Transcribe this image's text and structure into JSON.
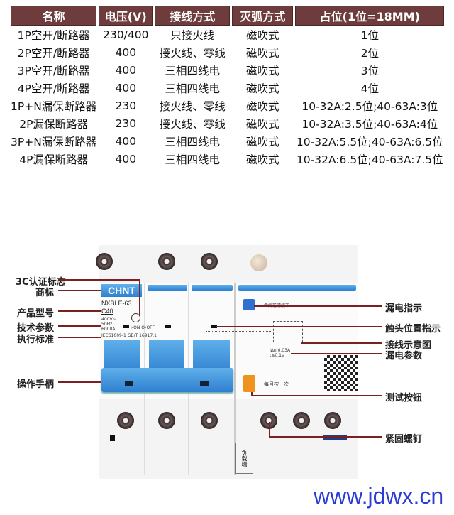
{
  "table": {
    "headers": [
      "名称",
      "电压(V)",
      "接线方式",
      "灭弧方式",
      "占位(1位=18MM)"
    ],
    "rows": [
      [
        "1P空开/断路器",
        "230/400",
        "只接火线",
        "磁吹式",
        "1位"
      ],
      [
        "2P空开/断路器",
        "400",
        "接火线、零线",
        "磁吹式",
        "2位"
      ],
      [
        "3P空开/断路器",
        "400",
        "三相四线电",
        "磁吹式",
        "3位"
      ],
      [
        "4P空开/断路器",
        "400",
        "三相四线电",
        "磁吹式",
        "4位"
      ],
      [
        "1P+N漏保断路器",
        "230",
        "接火线、零线",
        "磁吹式",
        "10-32A:2.5位;40-63A:3位"
      ],
      [
        "2P漏保断路器",
        "230",
        "接火线、零线",
        "磁吹式",
        "10-32A:3.5位;40-63A:4位"
      ],
      [
        "3P+N漏保断路器",
        "400",
        "三相四线电",
        "磁吹式",
        "10-32A:5.5位;40-63A:6.5位"
      ],
      [
        "4P漏保断路器",
        "400",
        "三相四线电",
        "磁吹式",
        "10-32A:6.5位;40-63A:7.5位"
      ]
    ]
  },
  "diagram": {
    "left_labels": [
      "3C认证标志",
      "商标",
      "产品型号",
      "技术参数",
      "执行标准",
      "操作手柄"
    ],
    "right_labels": [
      "漏电指示",
      "触头位置指示",
      "接线示意图",
      "漏电参数",
      "测试按钮",
      "紧固螺钉"
    ],
    "device": {
      "brand": "CHNT",
      "model": "NXBLE-63",
      "rating": "C40",
      "tech_params": "400V~ 50Hz 6000A",
      "standard": "IEC61009-1 GB/T 16917.1",
      "on_off": "I-ON O-OFF",
      "reset_note": "合闸前请按下",
      "leak_params": "IΔn 0.03A t≤0.1s",
      "test_note": "每月按一次",
      "load_side": "负载端"
    }
  },
  "watermark": "www.jdwx.cn",
  "colors": {
    "header": "#6e3c3c",
    "leader_line": "#7a2020",
    "breaker_blue": "#3d8fdc",
    "watermark": "#2a3bd6"
  }
}
